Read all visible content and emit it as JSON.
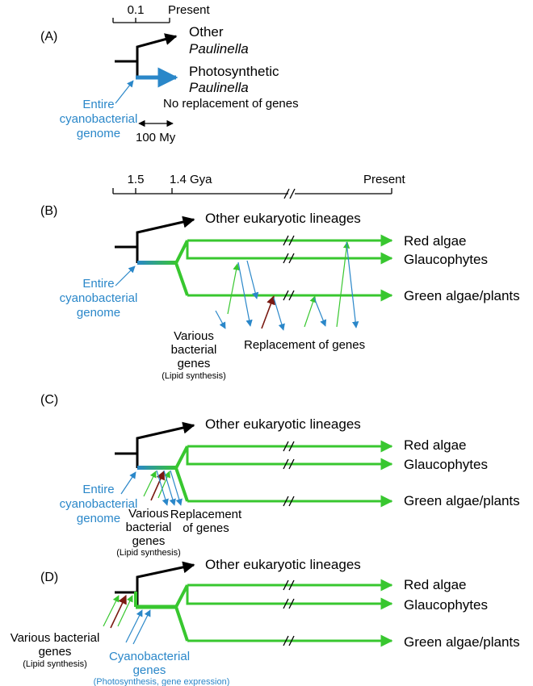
{
  "panel_a": {
    "label": "(A)",
    "timeline": {
      "left": "0.1",
      "right": "Present"
    },
    "other_line1": "Other",
    "other_line2": "Paulinella",
    "photo_line1": "Photosynthetic",
    "photo_line2": "Paulinella",
    "no_replacement": "No replacement of genes",
    "genome_lines": [
      "Entire",
      "cyanobacterial",
      "genome"
    ],
    "scale": "100 My"
  },
  "panel_b": {
    "label": "(B)",
    "timeline": {
      "t1": "1.5",
      "t2": "1.4 Gya",
      "right": "Present"
    },
    "other_eukaryotic": "Other eukaryotic lineages",
    "red": "Red algae",
    "glauco": "Glaucophytes",
    "green": "Green algae/plants",
    "genome_lines": [
      "Entire",
      "cyanobacterial",
      "genome"
    ],
    "various_lines": [
      "Various",
      "bacterial",
      "genes"
    ],
    "lipid": "(Lipid synthesis)",
    "replacement": "Replacement of genes"
  },
  "panel_c": {
    "label": "(C)",
    "other_eukaryotic": "Other eukaryotic lineages",
    "red": "Red algae",
    "glauco": "Glaucophytes",
    "green": "Green algae/plants",
    "genome_lines": [
      "Entire",
      "cyanobacterial",
      "genome"
    ],
    "various_lines": [
      "Various",
      "bacterial",
      "genes"
    ],
    "lipid": "(Lipid synthesis)",
    "replacement_lines": [
      "Replacement",
      "of genes"
    ]
  },
  "panel_d": {
    "label": "(D)",
    "other_eukaryotic": "Other eukaryotic lineages",
    "red": "Red algae",
    "glauco": "Glaucophytes",
    "green": "Green algae/plants",
    "various_lines": [
      "Various bacterial",
      "genes"
    ],
    "lipid": "(Lipid synthesis)",
    "cyano_lines": [
      "Cyanobacterial",
      "genes"
    ],
    "photosynthesis": "(Photosynthesis, gene expression)"
  },
  "colors": {
    "green": "#38c72f",
    "blue": "#2a87c9",
    "dark_red": "#7a1a12",
    "black": "#000000"
  }
}
